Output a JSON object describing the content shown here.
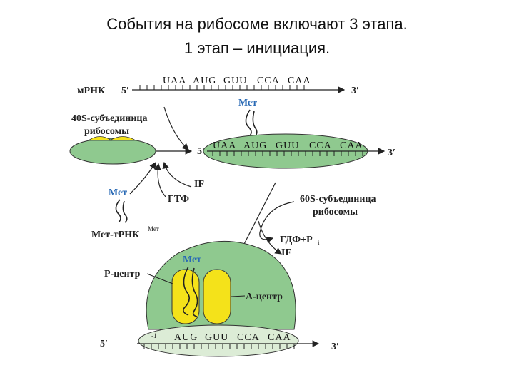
{
  "title_line1": "События на рибосоме включают 3 этапа.",
  "title_line2": "1 этап – инициация.",
  "labels": {
    "mrna": "мРНК",
    "five_prime": "5′",
    "three_prime": "3′",
    "subunit40s_line1": "40S-субъединица",
    "subunit40s_line2": "рибосомы",
    "met": "Мет",
    "if": "IF",
    "gtp": "ГТФ",
    "met_trna": "Мет-тРНК",
    "met_trna_sup": "Мет",
    "subunit60s_line1": "60S-субъединица",
    "subunit60s_line2": "рибосомы",
    "gdp": "ГДФ+Р",
    "gdp_sub": "i",
    "p_site": "Р-центр",
    "a_site": "А-центр",
    "minus_one": "-1"
  },
  "codons": {
    "full": [
      "UAA",
      "AUG",
      "GUU",
      "CCA",
      "CAA"
    ],
    "bottom": [
      "AUG",
      "GUU",
      "CCA",
      "CAA"
    ]
  },
  "colors": {
    "ribosome_green": "#8fc98f",
    "ribosome_light": "#dcecd6",
    "site_yellow": "#f4e21a",
    "met_blue": "#2a6ab5"
  }
}
